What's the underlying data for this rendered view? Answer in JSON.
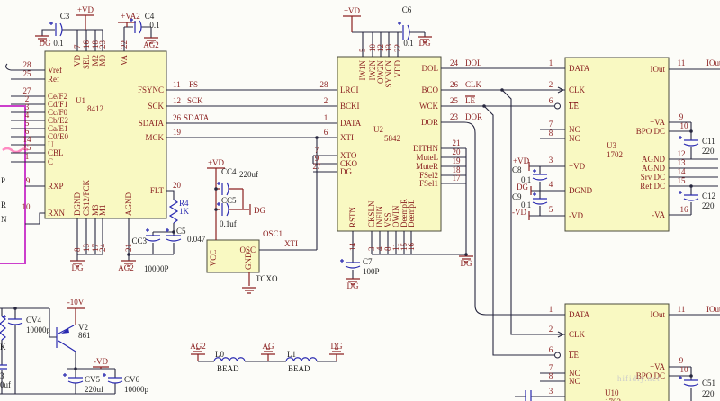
{
  "u1": {
    "ref": "U1",
    "part": "8412",
    "left": [
      {
        "n": "28",
        "p": "Vref"
      },
      {
        "n": "25",
        "p": "Ref"
      },
      {
        "n": "27",
        "p": "Ce/F2"
      },
      {
        "n": "2",
        "p": "Cd/F1"
      },
      {
        "n": "3",
        "p": "Cc/F0"
      },
      {
        "n": "4",
        "p": "Cb/E2"
      },
      {
        "n": "5",
        "p": "Ca/E1"
      },
      {
        "n": "6",
        "p": "C0/E0"
      },
      {
        "n": "14",
        "p": "U"
      },
      {
        "n": "15",
        "p": "CBL"
      },
      {
        "n": "1",
        "p": "C"
      },
      {
        "n": "9",
        "p": "RXP"
      },
      {
        "n": "10",
        "p": "RXN"
      }
    ],
    "right": [
      {
        "n": "11",
        "p": "FSYNC",
        "net": "FS"
      },
      {
        "n": "12",
        "p": "SCK",
        "net": "SCK"
      },
      {
        "n": "26",
        "p": "SDATA",
        "net": "SDATA"
      },
      {
        "n": "19",
        "p": "MCK"
      },
      {
        "n": "20",
        "p": "FLT"
      }
    ],
    "top": [
      {
        "n": "7",
        "p": "VD"
      },
      {
        "n": "16",
        "p": "SEL"
      },
      {
        "n": "18",
        "p": "M2"
      },
      {
        "n": "23",
        "p": "M0"
      },
      {
        "n": "22",
        "p": "VA"
      }
    ],
    "bottom": [
      {
        "n": "8",
        "p": "DGND"
      },
      {
        "n": "13",
        "p": "CS12/FCK"
      },
      {
        "n": "17",
        "p": "M3"
      },
      {
        "n": "24",
        "p": "M1"
      },
      {
        "n": "21",
        "p": "AGND"
      }
    ]
  },
  "u2": {
    "ref": "U2",
    "part": "5842",
    "left": [
      {
        "n": "28",
        "p": "LRCI"
      },
      {
        "n": "2",
        "p": "BCKI"
      },
      {
        "n": "1",
        "p": "DATA"
      },
      {
        "n": "6",
        "p": "XTI"
      },
      {
        "n": "7",
        "p": "XTO"
      },
      {
        "n": "9",
        "p": "CKO"
      },
      {
        "n": "27",
        "p": "DG"
      }
    ],
    "right": [
      {
        "n": "24",
        "p": "DOL",
        "net": "DOL"
      },
      {
        "n": "26",
        "p": "BCO",
        "net": "CLK"
      },
      {
        "n": "25",
        "p": "WCK",
        "net": "LE"
      },
      {
        "n": "23",
        "p": "DOR",
        "net": "DOR"
      },
      {
        "n": "21",
        "p": "DITHN"
      },
      {
        "n": "20",
        "p": "MuteL"
      },
      {
        "n": "19",
        "p": "MuteR"
      },
      {
        "n": "18",
        "p": "FSel2"
      },
      {
        "n": "17",
        "p": "FSel1"
      }
    ],
    "top": [
      {
        "n": "5",
        "p": "IW1N"
      },
      {
        "n": "10",
        "p": "IW2N"
      },
      {
        "n": "12",
        "p": "OW2N"
      },
      {
        "n": "13",
        "p": "SYNCN"
      },
      {
        "n": "22",
        "p": "VDD"
      }
    ],
    "bottom": [
      {
        "n": "14",
        "p": "RSTN"
      },
      {
        "n": "3",
        "p": "CKSLN"
      },
      {
        "n": "4",
        "p": "INFIN"
      },
      {
        "n": "8",
        "p": "VSS"
      },
      {
        "n": "11",
        "p": "OWIN"
      },
      {
        "n": "15",
        "p": "DeempR"
      },
      {
        "n": "16",
        "p": "DeempL"
      }
    ]
  },
  "u3": {
    "ref": "U3",
    "part": "1702",
    "left": [
      {
        "n": "1",
        "p": "DATA"
      },
      {
        "n": "2",
        "p": "CLK"
      },
      {
        "n": "6",
        "p": "LE"
      },
      {
        "n": "7",
        "p": "NC"
      },
      {
        "n": "8",
        "p": "NC"
      },
      {
        "n": "3",
        "p": "+VD"
      },
      {
        "n": "4",
        "p": "DGND"
      },
      {
        "n": "5",
        "p": "-VD"
      }
    ],
    "right": [
      {
        "n": "11",
        "p": "IOut",
        "net": "IOut"
      },
      {
        "n": "9",
        "p": "+VA"
      },
      {
        "n": "10",
        "p": "BPO DC"
      },
      {
        "n": "12",
        "p": "AGND"
      },
      {
        "n": "13",
        "p": "AGND"
      },
      {
        "n": "14",
        "p": "Srv DC"
      },
      {
        "n": "15",
        "p": "Ref DC"
      },
      {
        "n": "16",
        "p": "-VA"
      }
    ]
  },
  "u10": {
    "ref": "U10",
    "part": "1702",
    "left": [
      {
        "n": "1",
        "p": "DATA"
      },
      {
        "n": "2",
        "p": "CLK"
      },
      {
        "n": "6",
        "p": "LE"
      },
      {
        "n": "7",
        "p": "NC"
      },
      {
        "n": "8",
        "p": "NC"
      },
      {
        "n": "3",
        "p": ""
      }
    ],
    "right": [
      {
        "n": "11",
        "p": "IOut",
        "net": "IOut"
      },
      {
        "n": "9",
        "p": "+VA"
      },
      {
        "n": "10",
        "p": "BPO DC"
      }
    ]
  },
  "osc": {
    "ref": "OSC1",
    "part": "TCXO",
    "net": "XTI",
    "pins": {
      "vcc": "VCC",
      "osc": "OSC",
      "gnd": "GND"
    }
  },
  "comp": {
    "c3": {
      "r": "C3",
      "v": "0.1"
    },
    "c4": {
      "r": "C4",
      "v": "0.1"
    },
    "c6": {
      "r": "C6",
      "v": "0.1"
    },
    "c7": {
      "r": "C7",
      "v": "100P"
    },
    "c8": {
      "r": "C8",
      "v": "0.1"
    },
    "c9": {
      "r": "C9",
      "v": "0.1"
    },
    "c11": {
      "r": "C11",
      "v": "220"
    },
    "c12": {
      "r": "C12",
      "v": "220"
    },
    "c51": {
      "r": "C51",
      "v": "220"
    },
    "cc3": {
      "r": "CC3",
      "v": "10000P"
    },
    "cc4": {
      "r": "CC4",
      "v": "220uf"
    },
    "cc5": {
      "r": "CC5",
      "v": "0.1uf"
    },
    "c5": {
      "r": "C5",
      "v": "0.047"
    },
    "r4": {
      "r": "R4",
      "v": "1K"
    },
    "cv4": {
      "r": "CV4",
      "v": "10000p"
    },
    "cv5": {
      "r": "CV5",
      "v": "220uf"
    },
    "cv6": {
      "r": "CV6",
      "v": "10000p"
    },
    "v2": {
      "r": "V2",
      "v": "861"
    },
    "l0": {
      "r": "L0",
      "v": "BEAD"
    },
    "l1": {
      "r": "L1",
      "v": "BEAD"
    }
  },
  "nets": {
    "vd": "+VD",
    "va2": "+VA2",
    "neg10": "-10V",
    "negvd": "-VD",
    "dg": "DG",
    "ag": "AG",
    "ag2": "AG2"
  },
  "frag": {
    "p": "P",
    "r": "R",
    "n": "N",
    "k": "K",
    "c3b": "3",
    "ouf": "0uf"
  },
  "watermark": "hifidiy.net",
  "colors": {
    "chip_fill": "#f9f9c2",
    "label": "#8b2121",
    "wire": "#26263e",
    "component": "#2929b0",
    "magenta": "#cc3fcc",
    "watermark": "#cbcbcb"
  }
}
